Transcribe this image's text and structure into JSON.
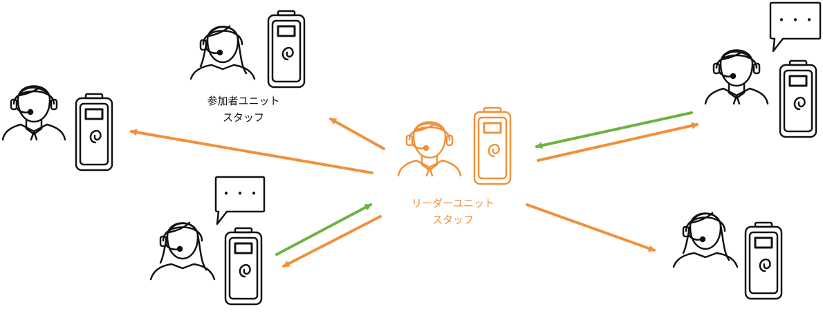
{
  "colors": {
    "leader": "#f0913a",
    "talk": "#6db33f",
    "ink": "#111111",
    "background": "#ffffff"
  },
  "labels": {
    "participant": [
      "参加者ユニット",
      "スタッフ"
    ],
    "leader": [
      "リーダーユニット",
      "スタッフ"
    ]
  },
  "bubbles": {
    "ellipsis": "・・・"
  },
  "icons": [
    "person-headset-icon",
    "radio-unit-icon",
    "speech-bubble-icon",
    "arrow-icon"
  ]
}
